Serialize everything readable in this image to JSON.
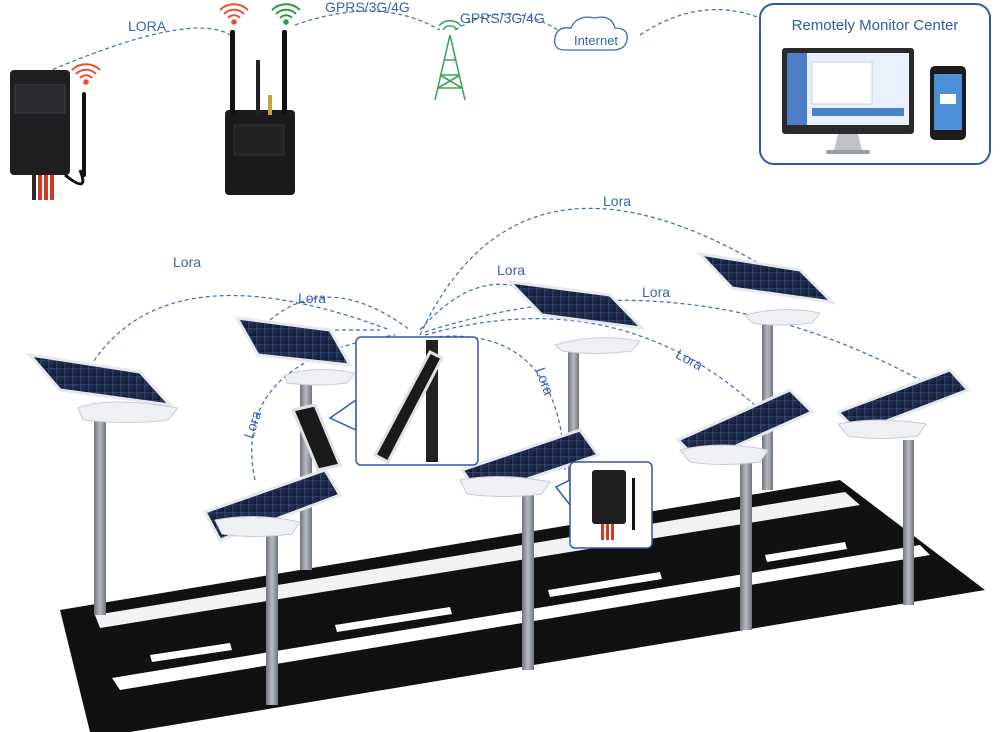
{
  "top_links": {
    "lora": "LORA",
    "gprs_left": "GPRS/3G/4G",
    "gprs_right": "GPRS/3G/4G",
    "internet": "Internet"
  },
  "monitor_center": {
    "title": "Remotely Monitor Center"
  },
  "network_links": {
    "lora_1": "Lora",
    "lora_2": "Lora",
    "lora_3": "Lora",
    "lora_4": "Lora",
    "lora_5": "Lora",
    "lora_6": "Lora",
    "lora_7": "Lora",
    "lora_8": "Lora"
  },
  "colors": {
    "link_line": "#3f67b6",
    "label_text": "#3a63b0",
    "road": "#111111",
    "lane_marking": "#ffffff",
    "panel_dark": "#1c2a45",
    "pole": "#8c9097",
    "monitor_frame": "#2f5aa8",
    "signal_red": "#e8532e",
    "signal_green": "#2c9a4b",
    "tower_green": "#3fa35a"
  }
}
